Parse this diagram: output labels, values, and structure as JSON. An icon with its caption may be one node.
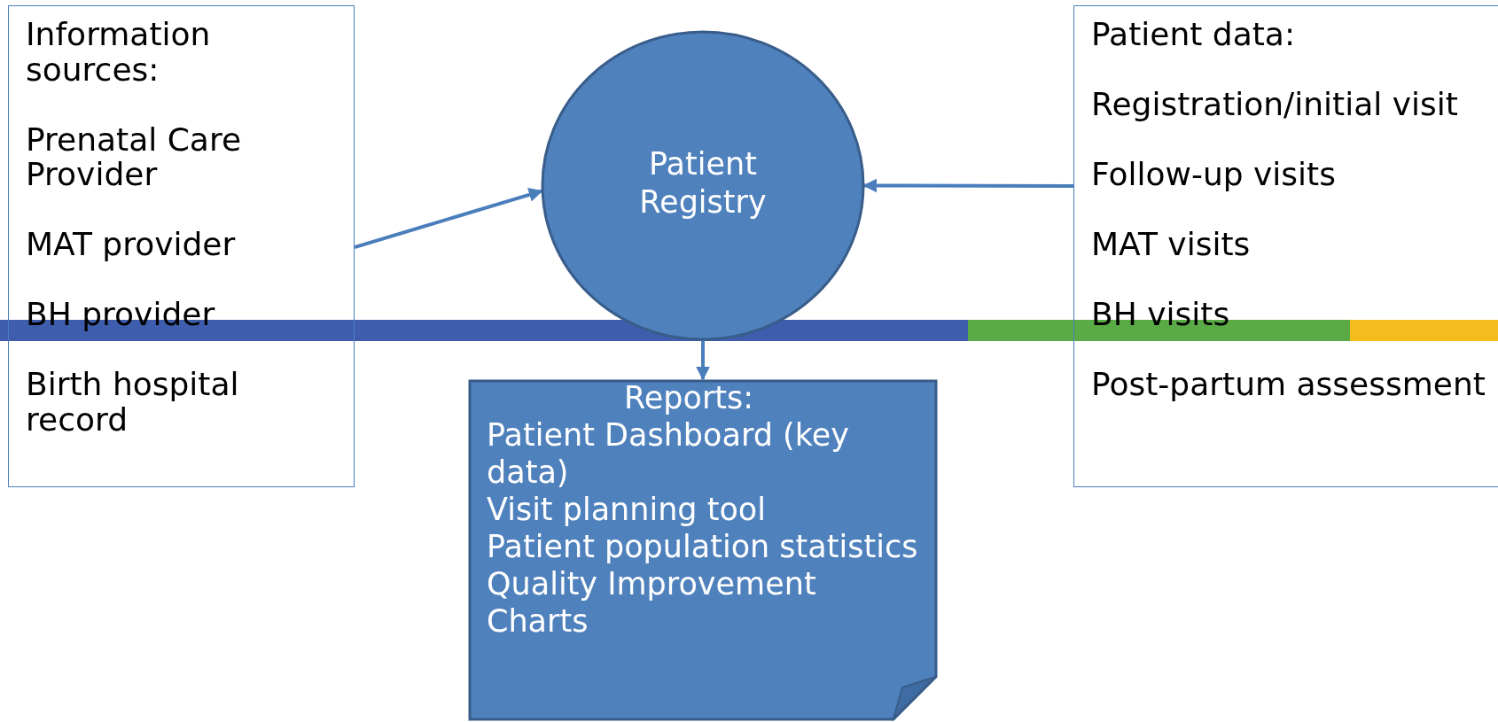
{
  "diagram": {
    "nodes": [
      {
        "text": [
          "Information sources:",
          "Prenatal Care Provider",
          "MAT provider",
          "BH provider",
          "Birth hospital record"
        ]
      },
      {
        "text": [
          "Patient Registry"
        ]
      },
      {
        "text": [
          "Patient data:",
          "Registration/initial visit",
          "Follow-up visits",
          "MAT visits",
          "BH visits",
          "Post-partum assessment"
        ]
      },
      {
        "text": [
          "Reports:",
          "Patient Dashboard (key data)",
          "Visit planning tool",
          "Patient population statistics",
          "Quality Improvement Charts"
        ]
      }
    ],
    "edges": [
      {
        "from": 0,
        "to": 1,
        "arrow": "to"
      },
      {
        "from": 2,
        "to": 1,
        "arrow": "to"
      },
      {
        "from": 1,
        "to": 3,
        "arrow": "to"
      }
    ]
  }
}
